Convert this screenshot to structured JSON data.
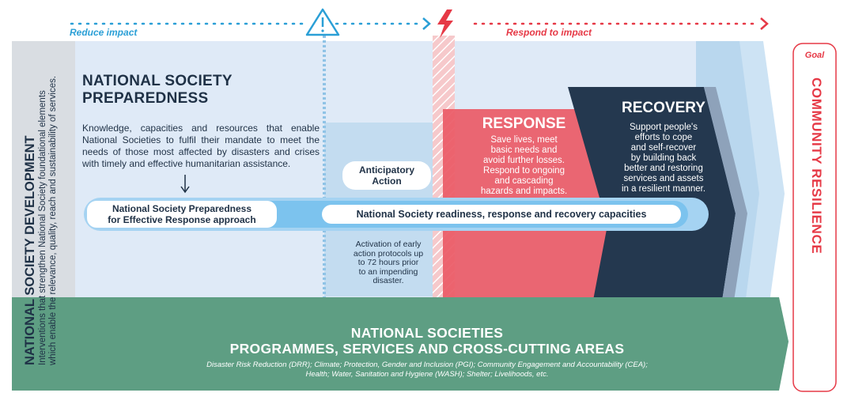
{
  "top": {
    "reduce_label": "Reduce impact",
    "respond_label": "Respond to impact",
    "warning_icon": "warning-triangle-icon",
    "hazard_icon": "lightning-bolt-icon"
  },
  "ns_development": {
    "title": "NATIONAL SOCIETY DEVELOPMENT",
    "line1": "Interventions that strengthen National Society foundational elements",
    "line2": "which enable the relevance, quality, reach and sustainability of services."
  },
  "preparedness": {
    "title_line1": "NATIONAL SOCIETY",
    "title_line2": "PREPAREDNESS",
    "desc": "Knowledge, capacities and resources that enable National Societies to fulfil their mandate to meet the needs of those most affected by disasters and crises with timely and effective humanitarian assistance."
  },
  "per_pill": {
    "line1": "National Society Preparedness",
    "line2": "for Effective Response approach"
  },
  "anticipatory": {
    "line1": "Anticipatory",
    "line2": "Action",
    "note": [
      "Activation of early",
      "action protocols up",
      "to 72 hours prior",
      "to an impending",
      "disaster."
    ]
  },
  "capacities_pill": "National Society readiness, response and recovery capacities",
  "response": {
    "title": "RESPONSE",
    "lines": [
      "Save lives, meet",
      "basic needs and",
      "avoid further losses.",
      "Respond to ongoing",
      "and cascading",
      "hazards and impacts."
    ]
  },
  "recovery": {
    "title": "RECOVERY",
    "lines": [
      "Support people's",
      "efforts to cope",
      "and self-recover",
      "by building back",
      "better and restoring",
      "services and assets",
      "in a resilient manner."
    ]
  },
  "programmes": {
    "title_line1": "NATIONAL SOCIETIES",
    "title_line2": "PROGRAMMES, SERVICES AND CROSS-CUTTING AREAS",
    "line1": "Disaster Risk Reduction (DRR); Climate; Protection, Gender and Inclusion (PGI); Community Engagement and Accountability (CEA);",
    "line2": "Health; Water, Sanitation and Hygiene (WASH); Shelter; Livelihoods, etc."
  },
  "goal": {
    "label": "Goal",
    "title": "COMMUNITY RESILIENCE"
  },
  "colors": {
    "reduce_blue": "#2a9fd6",
    "respond_red": "#e63946",
    "recovery_navy": "#24384f",
    "programmes_green": "#5e9e83",
    "text_navy": "#1f3146"
  }
}
